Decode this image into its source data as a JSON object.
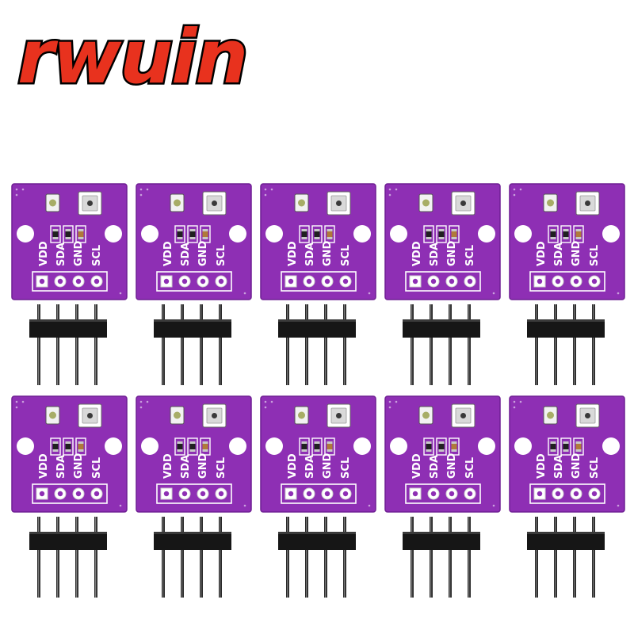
{
  "logo": {
    "text": "rwuin",
    "fill_color": "#e8321e",
    "stroke_color": "#000000"
  },
  "colors": {
    "pcb": "#8e2fb4",
    "pcb_edge": "#6f1f93",
    "silkscreen": "#ffffff",
    "header_plastic": "#161616",
    "pin_metal": "#2b2b2b",
    "sensor_body": "#d9d9d9",
    "sensor_window": "#3a3a3a",
    "resistor_body": "#202020",
    "capacitor_body": "#b07a3a"
  },
  "module": {
    "pin_labels": [
      "VDD",
      "SDA",
      "GND",
      "SCL"
    ]
  },
  "product": {
    "modules_shown": 10,
    "headers_shown": 10
  }
}
